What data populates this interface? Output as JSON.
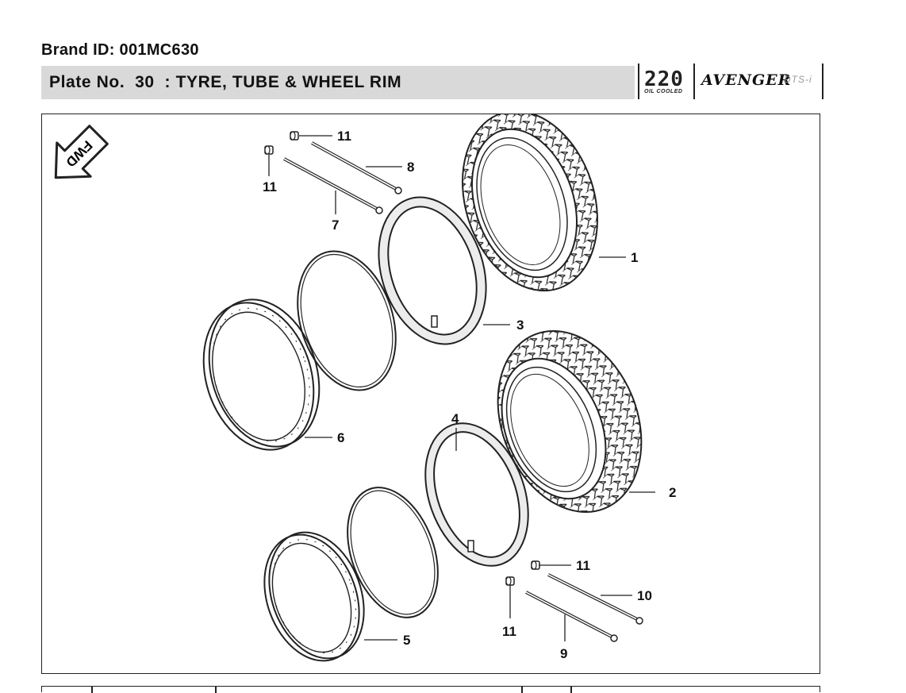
{
  "header": {
    "brand_id": "Brand ID: 001MC630",
    "plate_title": "Plate No.  30  : TYRE, TUBE & WHEEL RIM"
  },
  "logos": {
    "engine_number": "220",
    "engine_sub": "OIL COOLED",
    "model_word": "AVENGER",
    "model_suffix": "DTS-i"
  },
  "diagram": {
    "fwd_label": "FWD",
    "callouts": {
      "c1": "1",
      "c2": "2",
      "c3": "3",
      "c4": "4",
      "c5": "5",
      "c6": "6",
      "c7": "7",
      "c8": "8",
      "c9": "9",
      "c10": "10",
      "c11a": "11",
      "c11b": "11",
      "c11c": "11",
      "c11d": "11"
    }
  },
  "colors": {
    "ink": "#111111",
    "header_bar": "#d9d9d9",
    "tube_fill": "#ececec"
  }
}
